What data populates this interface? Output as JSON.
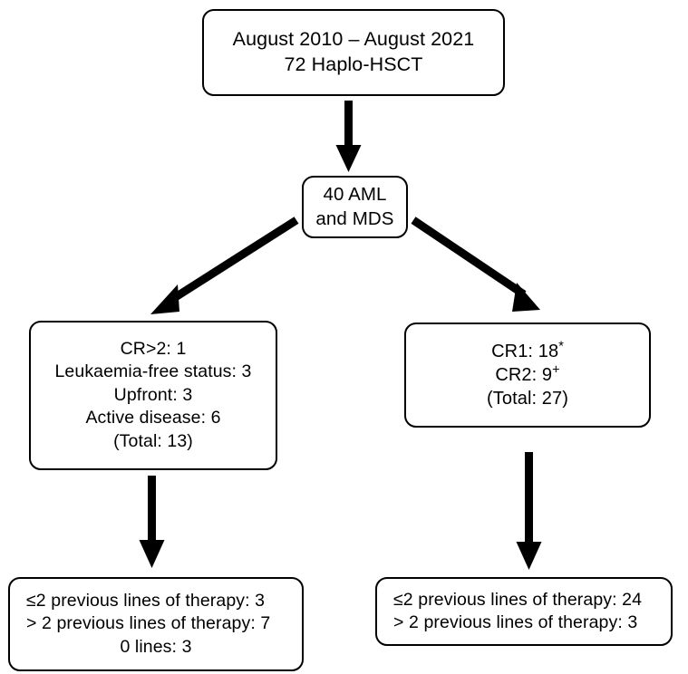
{
  "diagram": {
    "title": "Haplo-HSCT patient flow diagram",
    "stroke_color": "#000000",
    "background_color": "#ffffff",
    "nodes": {
      "cohort": {
        "line1": "August 2010 – August 2021",
        "line2": "72 Haplo-HSCT"
      },
      "diagnosis": {
        "line1": "40 AML",
        "line2": "and MDS"
      },
      "left_group": {
        "line1": "CR>2: 1",
        "line2": "Leukaemia-free status: 3",
        "line3": "Upfront: 3",
        "line4": "Active disease: 6",
        "line5": "(Total: 13)"
      },
      "right_group": {
        "line1_label": "CR1: 18",
        "line1_mark": "*",
        "line2_label": "CR2: 9",
        "line2_mark": "+",
        "line3": "(Total: 27)"
      },
      "left_lines": {
        "line1": "≤2 previous lines of therapy: 3",
        "line2": "> 2 previous lines of therapy: 7",
        "line3": "0 lines: 3"
      },
      "right_lines": {
        "line1": "≤2 previous lines of therapy: 24",
        "line2": "> 2 previous lines of therapy: 3"
      }
    },
    "edges": [
      {
        "name": "cohort-to-diagnosis",
        "from": "cohort",
        "to": "diagnosis",
        "direction": "down"
      },
      {
        "name": "diagnosis-to-left-group",
        "from": "diagnosis",
        "to": "left_group",
        "direction": "down-left"
      },
      {
        "name": "diagnosis-to-right-group",
        "from": "diagnosis",
        "to": "right_group",
        "direction": "down-right"
      },
      {
        "name": "left-group-to-left-lines",
        "from": "left_group",
        "to": "left_lines",
        "direction": "down"
      },
      {
        "name": "right-group-to-right-lines",
        "from": "right_group",
        "to": "right_lines",
        "direction": "down"
      }
    ]
  }
}
